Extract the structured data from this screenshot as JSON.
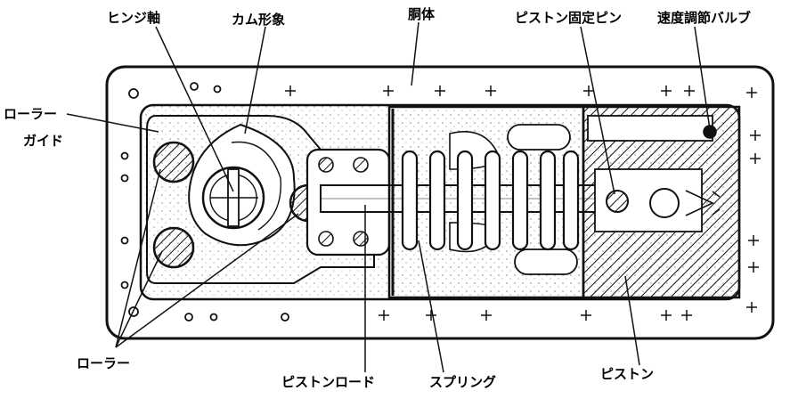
{
  "labels": {
    "hinge_shaft": "ヒンジ軸",
    "cam_shape": "カム形象",
    "body": "胴体",
    "piston_fix_pin": "ピストン固定ピン",
    "speed_valve": "速度調節バルブ",
    "roller_guide_line1": "ローラー",
    "roller_guide_line2": "ガイド",
    "roller": "ローラー",
    "piston_rod": "ピストンロード",
    "spring": "スプリング",
    "piston": "ピストン"
  },
  "colors": {
    "ink": "#111111",
    "paper": "#ffffff"
  }
}
